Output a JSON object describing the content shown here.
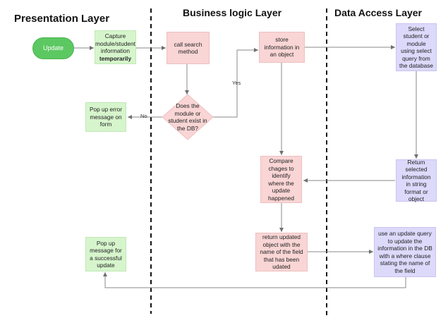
{
  "layers": {
    "presentation": "Presentation Layer",
    "business": "Business logic Layer",
    "data_access": "Data  Access Layer"
  },
  "nodes": {
    "update": "Update",
    "capture_pre": "Capture module/student information ",
    "capture_bold": "temporarily",
    "call_search": "call search method",
    "store_info": "store information in an object",
    "select_student": "Select student or module using select query from the database",
    "decision": "Does the module or student exist in the DB?",
    "popup_error": "Pop up error message on form",
    "compare": "Compare chages to identify where the update happened",
    "return_selected": "Return selected information in string format or object",
    "return_updated": "return updated object with the name of the field that has been udated",
    "update_query": "use an update query to update the information in the DB with a where clause stating the name of the field",
    "popup_success": "Pop up message for a successful update"
  },
  "edge_labels": {
    "yes": "Yes",
    "no": "No"
  },
  "colors": {
    "presentation_box": "#d6f5cc",
    "business_box": "#f9d5d5",
    "data_box": "#dcd9fb",
    "update_pill": "#5cc861",
    "arrow": "#8a8a8a"
  }
}
